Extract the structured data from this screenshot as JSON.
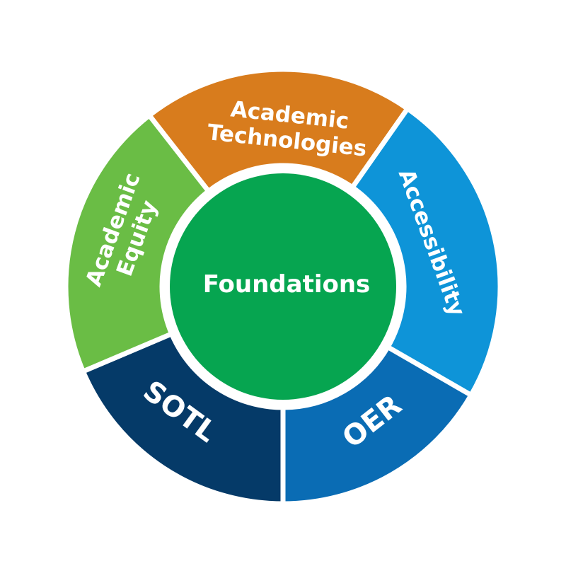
{
  "diagram": {
    "center": {
      "label": "Foundations",
      "color": "#06a550"
    },
    "divider_color": "#ffffff",
    "segments": [
      {
        "id": "academic-technologies",
        "lines": [
          "Academic",
          "Technologies"
        ],
        "color": "#d87c1d"
      },
      {
        "id": "accessibility",
        "lines": [
          "Accessibility"
        ],
        "color": "#0e94d8"
      },
      {
        "id": "oer",
        "lines": [
          "OER"
        ],
        "color": "#0a6cb4"
      },
      {
        "id": "sotl",
        "lines": [
          "SOTL"
        ],
        "color": "#053a68"
      },
      {
        "id": "academic-equity",
        "lines": [
          "Academic",
          "Equity"
        ],
        "color": "#6abd45"
      }
    ]
  }
}
